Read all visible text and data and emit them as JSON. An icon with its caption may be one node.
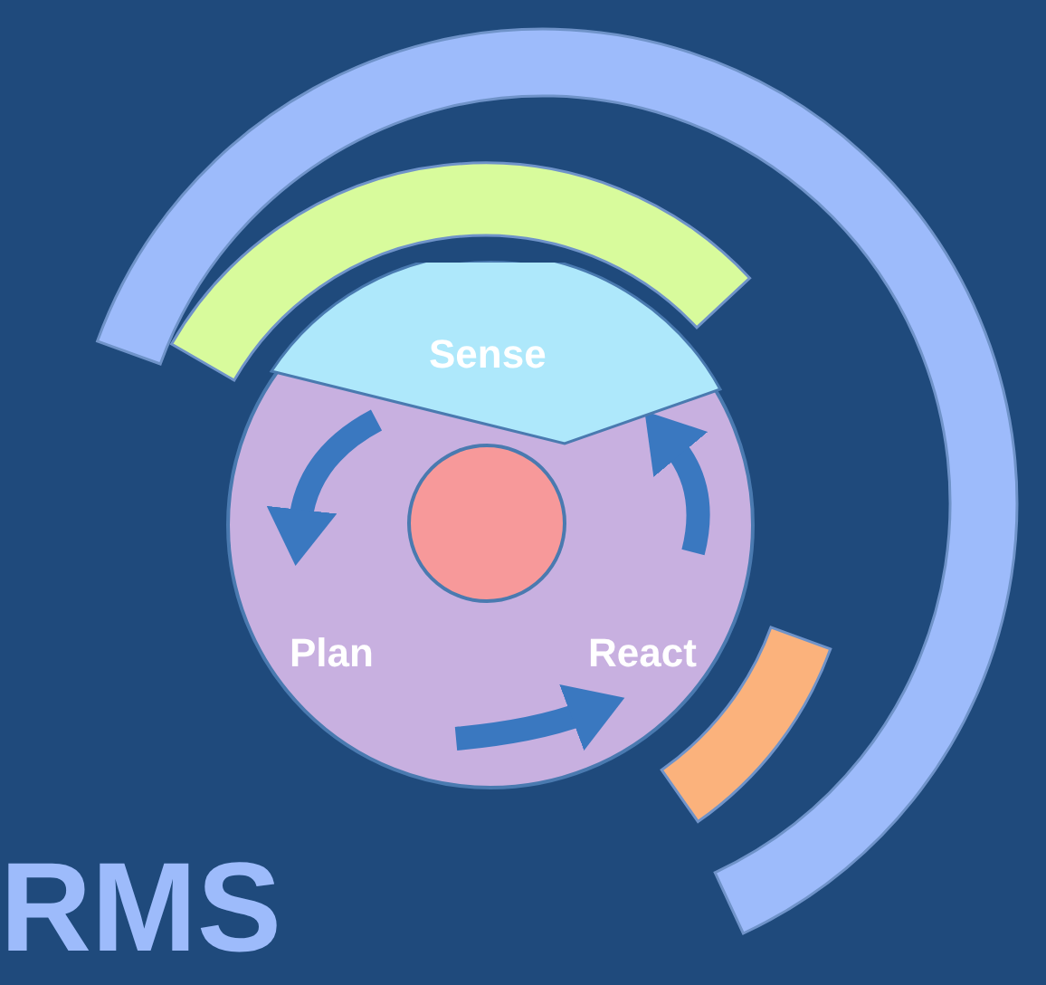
{
  "diagram": {
    "nodes": [
      {
        "text": [
          "Sense"
        ]
      },
      {
        "text": [
          "Plan"
        ]
      },
      {
        "text": [
          "React"
        ]
      },
      {
        "text": [],
        "shape": "circle"
      }
    ],
    "edges": [
      {
        "from": 0,
        "to": 1,
        "arrow": "to"
      },
      {
        "from": 1,
        "to": 2,
        "arrow": "to"
      },
      {
        "from": 2,
        "to": 0,
        "arrow": "to"
      }
    ],
    "labels": [
      "RMS"
    ]
  }
}
